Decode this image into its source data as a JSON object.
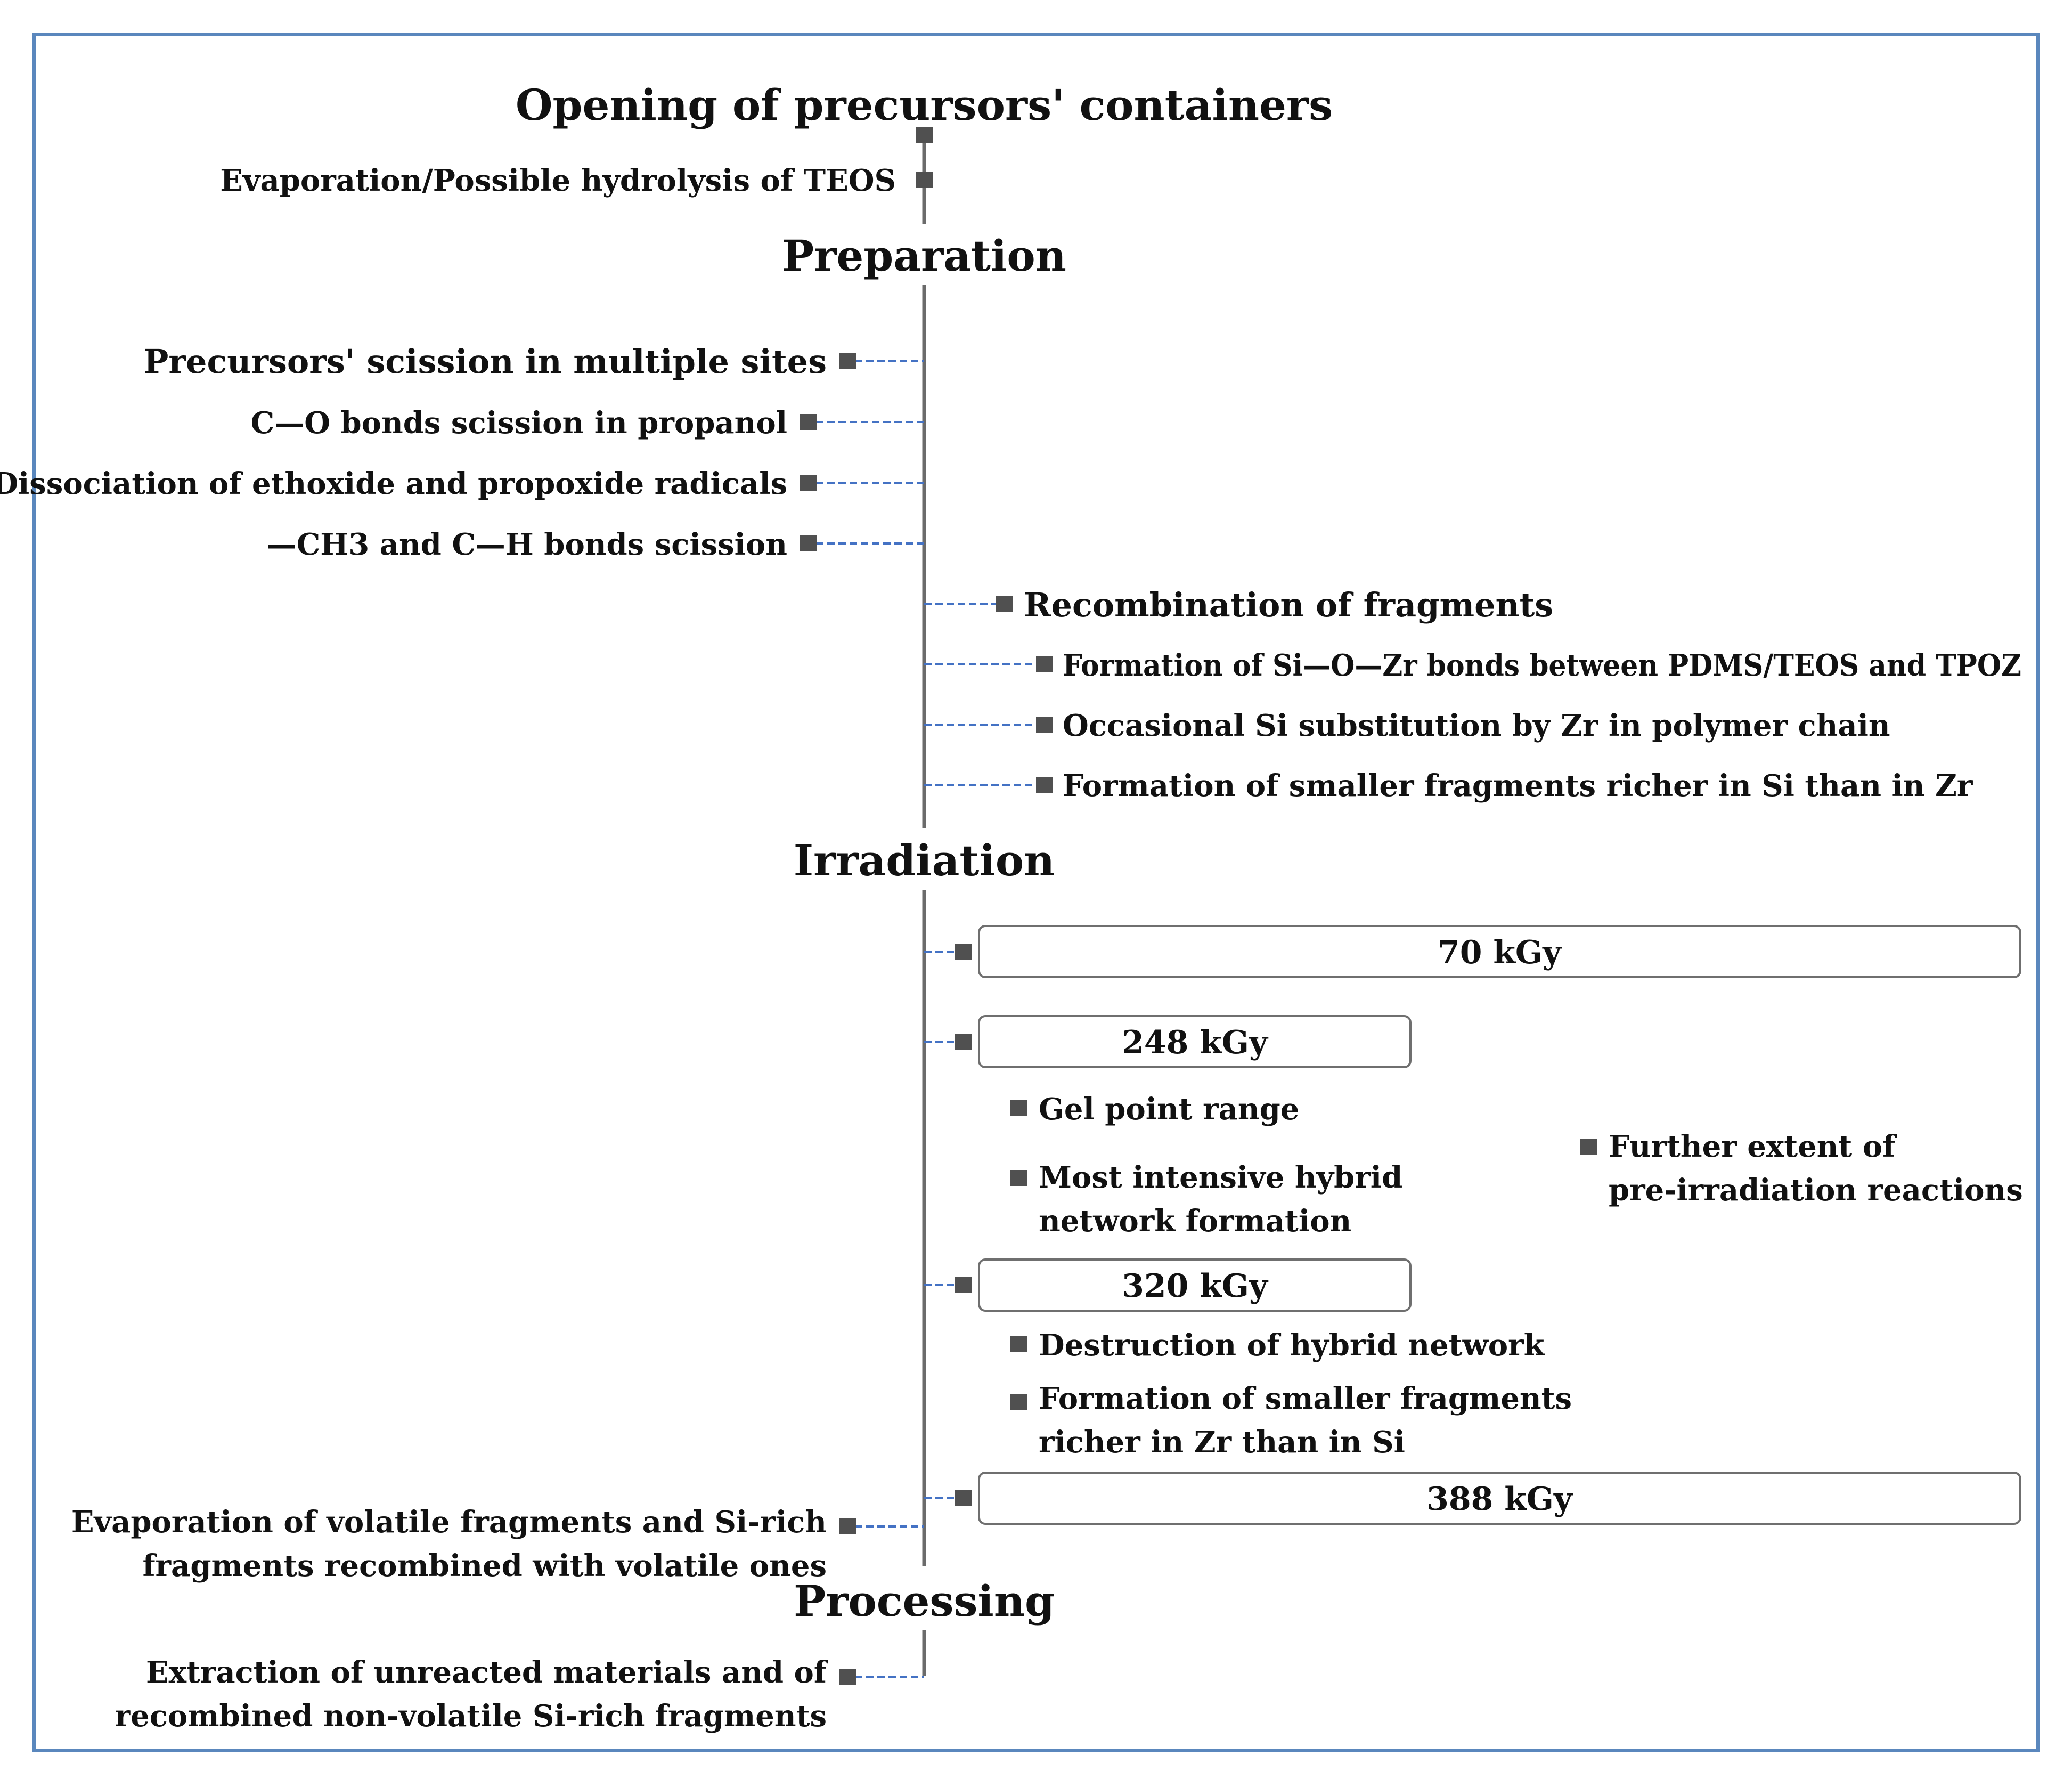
{
  "colors": {
    "frame": "#5a87bd",
    "connector": "#4472c4",
    "axis": "#6b6b6b",
    "marker": "#505050",
    "box_stroke": "#6f6f6f",
    "text": "#111111"
  },
  "phases": {
    "opening": "Opening of precursors' containers",
    "preparation": "Preparation",
    "irradiation": "Irradiation",
    "processing": "Processing"
  },
  "opening_items": {
    "evaporation_teos": "Evaporation/Possible hydrolysis of TEOS"
  },
  "preparation_left": {
    "scission_multiple": "Precursors' scission in multiple sites",
    "co_bonds": "C—O bonds scission in propanol",
    "dissociation": "Dissociation of ethoxide and propoxide radicals",
    "ch3_bonds": "—CH3 and C—H bonds scission"
  },
  "preparation_right": {
    "recombination": "Recombination of fragments",
    "si_o_zr": "Formation of  Si—O—Zr bonds between PDMS/TEOS and TPOZ",
    "si_substitution": "Occasional Si substitution by Zr in polymer chain",
    "smaller_si": "Formation of smaller fragments richer in Si than in Zr"
  },
  "doses": {
    "d70": "70 kGy",
    "d248": "248 kGy",
    "d320": "320 kGy",
    "d388": "388 kGy"
  },
  "irradiation_items": {
    "gel_point": "Gel point range",
    "intensive_1": "Most intensive hybrid",
    "intensive_2": "network formation",
    "further_1": "Further extent of",
    "further_2": "pre-irradiation reactions",
    "destruction": "Destruction of hybrid network",
    "smaller_zr_1": "Formation of smaller fragments",
    "smaller_zr_2": "richer in Zr than in Si",
    "evap_volatile_1": "Evaporation of volatile fragments and Si-rich",
    "evap_volatile_2": "fragments recombined with volatile ones"
  },
  "processing_items": {
    "extraction_1": "Extraction of unreacted materials and of",
    "extraction_2": "recombined non-volatile Si-rich fragments"
  }
}
